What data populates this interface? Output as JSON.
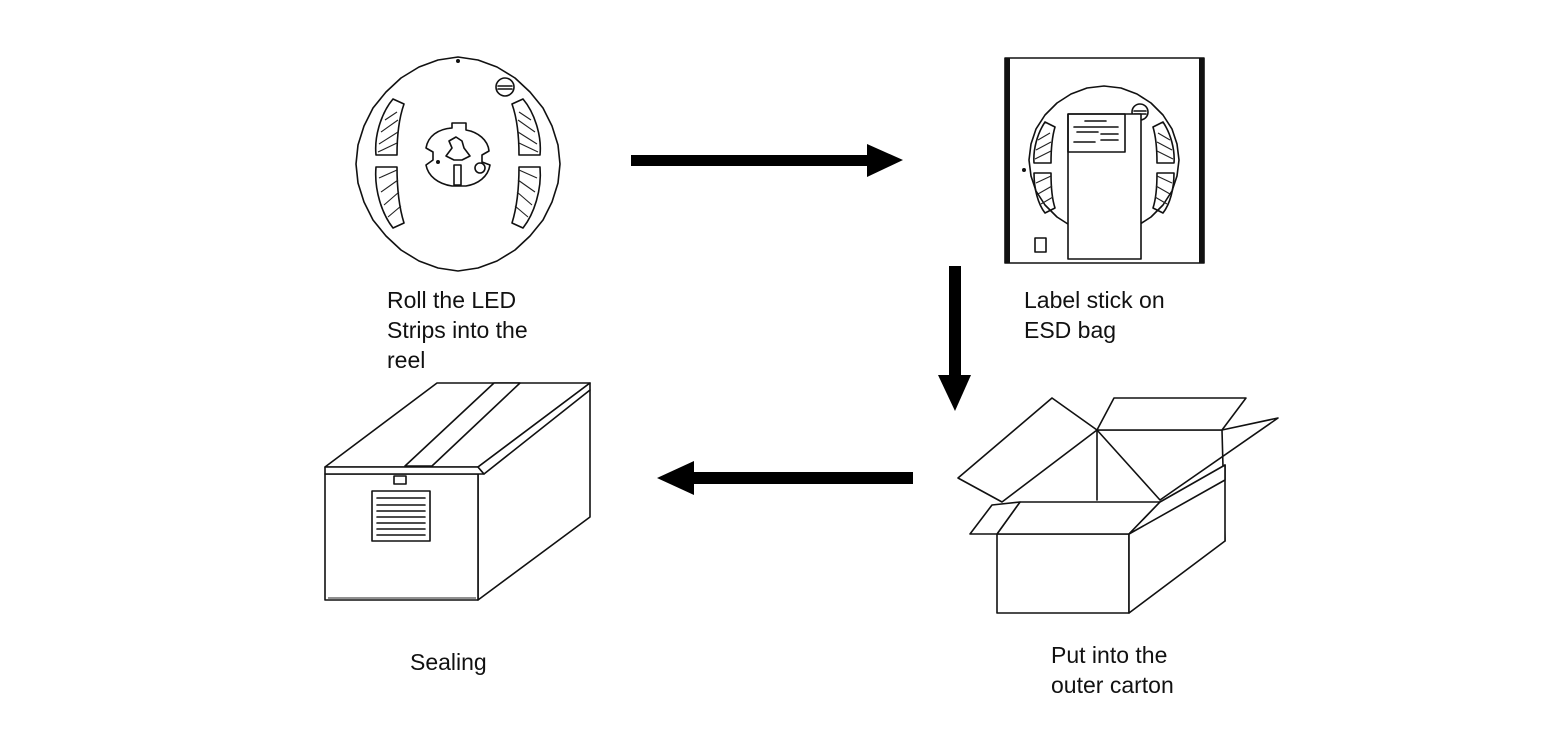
{
  "steps": [
    {
      "lines": [
        "Roll the LED",
        "Strips into the",
        "reel"
      ]
    },
    {
      "lines": [
        "Label stick on",
        "ESD bag"
      ]
    },
    {
      "lines": [
        "Put into the",
        "outer carton"
      ]
    },
    {
      "lines": [
        "Sealing"
      ]
    }
  ],
  "icons": {
    "reel": "led-strip-reel-icon",
    "bag": "esd-bag-with-label-icon",
    "carton": "open-carton-icon",
    "sealed": "sealed-carton-icon"
  },
  "colors": {
    "arrow": "#000000",
    "line": "#111111",
    "background": "#ffffff"
  }
}
